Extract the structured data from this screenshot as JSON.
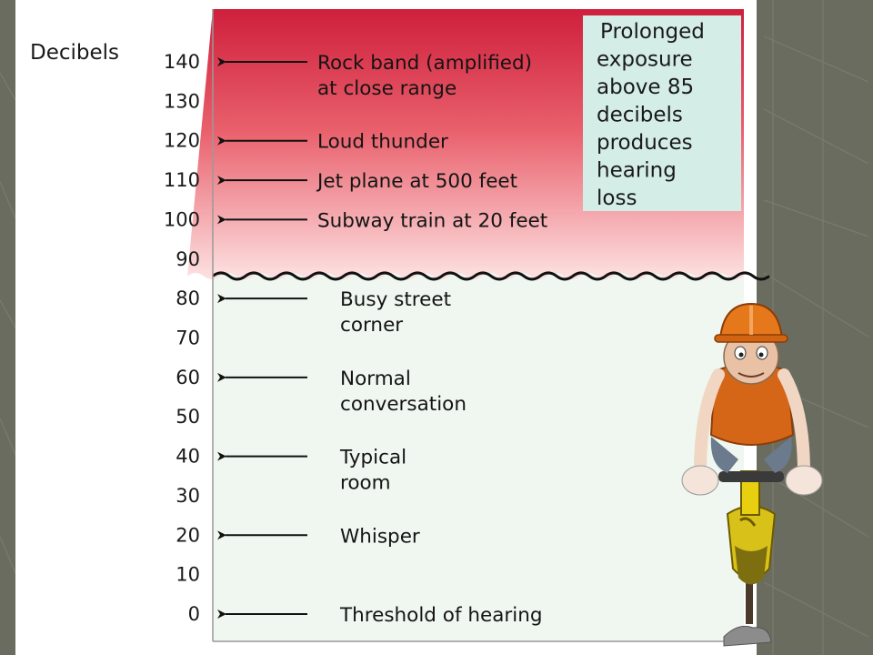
{
  "colors": {
    "slide_background": "#6b6c60",
    "danger_top": "#cf1f3c",
    "danger_bottom": "#fde2e2",
    "safe_zone": "#eff7f0",
    "warning_box": "#d4ede7",
    "text": "#1a1a1a"
  },
  "chart_data": {
    "type": "table",
    "ylabel": "Decibels",
    "ylim": [
      0,
      140
    ],
    "ticks": [
      "0",
      "10",
      "20",
      "30",
      "40",
      "50",
      "60",
      "70",
      "80",
      "90",
      "100",
      "110",
      "120",
      "130",
      "140"
    ],
    "hearing_loss_threshold_db": 85,
    "events": [
      {
        "db": 140,
        "lines": [
          "Rock band (amplified)",
          "at close range"
        ]
      },
      {
        "db": 120,
        "lines": [
          "Loud thunder"
        ]
      },
      {
        "db": 110,
        "lines": [
          "Jet plane at 500 feet"
        ]
      },
      {
        "db": 100,
        "lines": [
          "Subway train at 20 feet"
        ]
      },
      {
        "db": 80,
        "lines": [
          "Busy street",
          "corner"
        ]
      },
      {
        "db": 60,
        "lines": [
          "Normal",
          "conversation"
        ]
      },
      {
        "db": 40,
        "lines": [
          "Typical",
          "room"
        ]
      },
      {
        "db": 20,
        "lines": [
          "Whisper"
        ]
      },
      {
        "db": 0,
        "lines": [
          "Threshold of hearing"
        ]
      }
    ],
    "warning": [
      "Prolonged",
      "exposure",
      "above 85",
      "decibels",
      "produces",
      "hearing",
      "loss"
    ]
  },
  "illustration": {
    "icon": "construction-worker-jackhammer-icon"
  }
}
